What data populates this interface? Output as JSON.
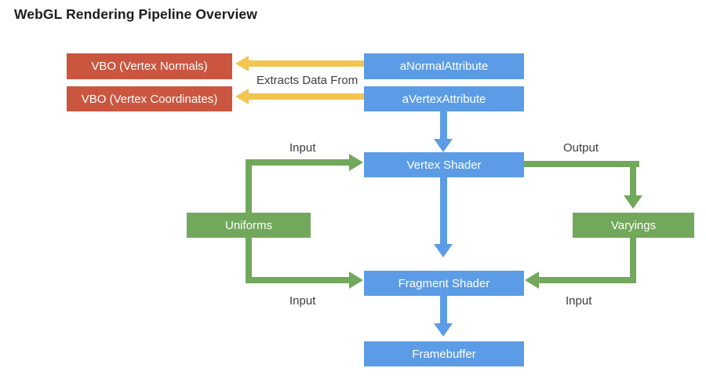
{
  "page": {
    "title": "WebGL Rendering Pipeline Overview",
    "background": "#ffffff"
  },
  "palette": {
    "red": "#cb5640",
    "blue": "#5c9ce6",
    "green": "#72a85c",
    "yellow": "#f1c550",
    "text_dark": "#1d1d1f",
    "label_gray": "#3c3c3c",
    "node_text": "#ffffff"
  },
  "nodes": {
    "vbo_normals": {
      "label": "VBO (Vertex Normals)",
      "color": "red"
    },
    "vbo_coords": {
      "label": "VBO (Vertex Coordinates)",
      "color": "red"
    },
    "normal_attribute": {
      "label": "aNormalAttribute",
      "color": "blue"
    },
    "vertex_attribute": {
      "label": "aVertexAttribute",
      "color": "blue"
    },
    "vertex_shader": {
      "label": "Vertex Shader",
      "color": "blue"
    },
    "fragment_shader": {
      "label": "Fragment Shader",
      "color": "blue"
    },
    "framebuffer": {
      "label": "Framebuffer",
      "color": "blue"
    },
    "uniforms": {
      "label": "Uniforms",
      "color": "green"
    },
    "varyings": {
      "label": "Varyings",
      "color": "green"
    }
  },
  "edge_labels": {
    "extracts_data_from": "Extracts Data From",
    "uniforms_to_vertex_input": "Input",
    "vertex_to_varyings_output": "Output",
    "uniforms_to_fragment_input": "Input",
    "varyings_to_fragment_input": "Input"
  }
}
